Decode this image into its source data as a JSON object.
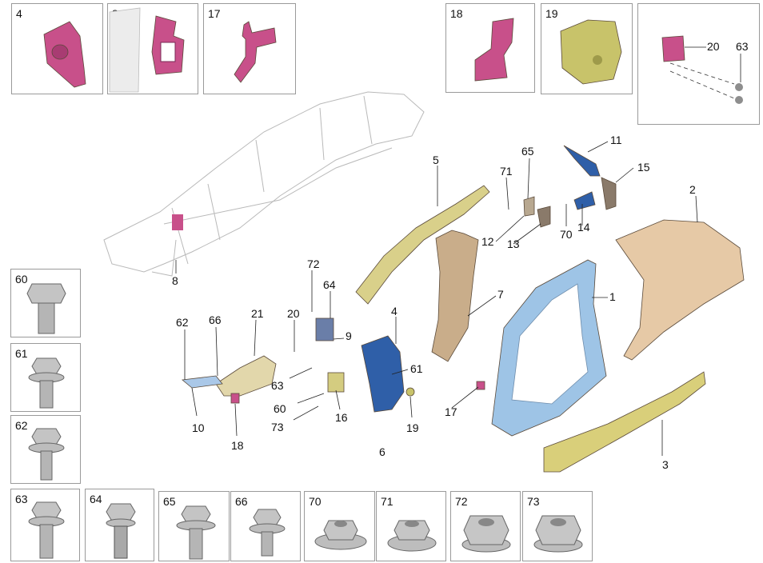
{
  "insets": [
    {
      "id": "inset-4",
      "label": "4"
    },
    {
      "id": "inset-8",
      "label": "8"
    },
    {
      "id": "inset-17",
      "label": "17"
    },
    {
      "id": "inset-18",
      "label": "18"
    },
    {
      "id": "inset-19",
      "label": "19"
    },
    {
      "id": "inset-20-63",
      "label_a": "20",
      "label_b": "63"
    },
    {
      "id": "inset-60",
      "label": "60"
    },
    {
      "id": "inset-61",
      "label": "61"
    },
    {
      "id": "inset-62",
      "label": "62"
    },
    {
      "id": "inset-63",
      "label": "63"
    },
    {
      "id": "inset-64",
      "label": "64"
    },
    {
      "id": "inset-65",
      "label": "65"
    },
    {
      "id": "inset-66",
      "label": "66"
    },
    {
      "id": "inset-70",
      "label": "70"
    },
    {
      "id": "inset-71",
      "label": "71"
    },
    {
      "id": "inset-72",
      "label": "72"
    },
    {
      "id": "inset-73",
      "label": "73"
    }
  ],
  "callouts": {
    "c1": "1",
    "c2": "2",
    "c3": "3",
    "c4": "4",
    "c5": "5",
    "c6": "6",
    "c7": "7",
    "c8": "8",
    "c9": "9",
    "c10": "10",
    "c11": "11",
    "c12": "12",
    "c13": "13",
    "c14": "14",
    "c15": "15",
    "c16": "16",
    "c17": "17",
    "c18": "18",
    "c19": "19",
    "c20": "20",
    "c21": "21",
    "c60": "60",
    "c61": "61",
    "c62": "62",
    "c63": "63",
    "c64": "64",
    "c65": "65",
    "c66": "66",
    "c70": "70",
    "c71": "71",
    "c72": "72",
    "c73": "73"
  },
  "colors": {
    "bracket_pink": "#c8508a",
    "outer_panel_blue": "#9ec4e6",
    "quarter_panel_tan": "#e6c9a6",
    "rocker_yellow": "#d9cf7a",
    "inner_tan": "#c9ad8a",
    "reinforcement_blue": "#2f5fa8",
    "fastener_gray": "#bdbdbd"
  }
}
